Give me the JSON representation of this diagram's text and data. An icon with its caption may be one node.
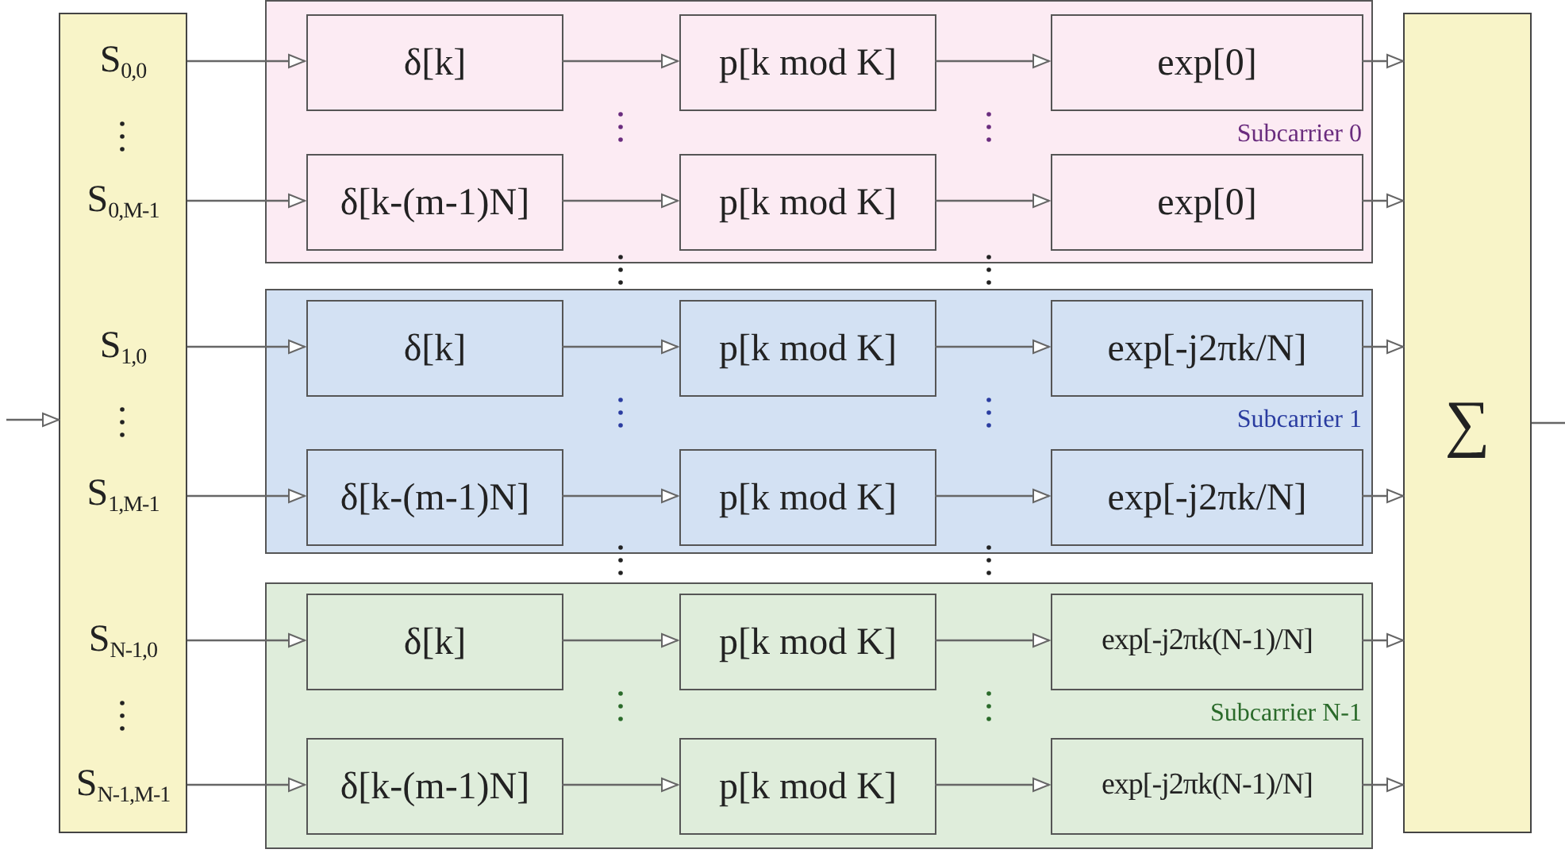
{
  "diagram": {
    "nodes": [
      {
        "text": [
          "S$_{0,0}$",
          "S$_{0,M-1}$",
          "S$_{1,0}$",
          "S$_{1,M-1}$",
          "S$_{N-1,0}$",
          "S$_{N-1,M-1}$"
        ]
      },
      {
        "text": [
          "Subcarrier 0"
        ]
      },
      {
        "text": [
          "δ[k]"
        ],
        "in": 1
      },
      {
        "text": [
          "p[k mod K]"
        ],
        "in": 1
      },
      {
        "text": [
          "exp[0]"
        ],
        "in": 1
      },
      {
        "text": [
          "δ[k-(m-1)N]"
        ],
        "in": 1
      },
      {
        "text": [
          "p[k mod K]"
        ],
        "in": 1
      },
      {
        "text": [
          "exp[0]"
        ],
        "in": 1
      },
      {
        "text": [
          "Subcarrier 1"
        ]
      },
      {
        "text": [
          "δ[k]"
        ],
        "in": 8
      },
      {
        "text": [
          "p[k mod K]"
        ],
        "in": 8
      },
      {
        "text": [
          "exp[-j2πk/N]"
        ],
        "in": 8
      },
      {
        "text": [
          "δ[k-(m-1)N]"
        ],
        "in": 8
      },
      {
        "text": [
          "p[k mod K]"
        ],
        "in": 8
      },
      {
        "text": [
          "exp[-j2πk/N]"
        ],
        "in": 8
      },
      {
        "text": [
          "Subcarrier N-1"
        ]
      },
      {
        "text": [
          "δ[k]"
        ],
        "in": 15
      },
      {
        "text": [
          "p[k mod K]"
        ],
        "in": 15
      },
      {
        "text": [
          "exp[-j2πk(N-1)/N]"
        ],
        "in": 15
      },
      {
        "text": [
          "δ[k-(m-1)N]"
        ],
        "in": 15
      },
      {
        "text": [
          "p[k mod K]"
        ],
        "in": 15
      },
      {
        "text": [
          "exp[-j2πk(N-1)/N]"
        ],
        "in": 15
      },
      {
        "text": [
          "∑"
        ]
      }
    ],
    "edges": [
      {
        "from": null,
        "to": 0,
        "arrow": "to"
      },
      {
        "from": 0,
        "to": 2,
        "arrow": "to"
      },
      {
        "from": 2,
        "to": 3,
        "arrow": "to"
      },
      {
        "from": 3,
        "to": 4,
        "arrow": "to"
      },
      {
        "from": 4,
        "to": 22,
        "arrow": "to"
      },
      {
        "from": 0,
        "to": 5,
        "arrow": "to"
      },
      {
        "from": 5,
        "to": 6,
        "arrow": "to"
      },
      {
        "from": 6,
        "to": 7,
        "arrow": "to"
      },
      {
        "from": 7,
        "to": 22,
        "arrow": "to"
      },
      {
        "from": 0,
        "to": 9,
        "arrow": "to"
      },
      {
        "from": 9,
        "to": 10,
        "arrow": "to"
      },
      {
        "from": 10,
        "to": 11,
        "arrow": "to"
      },
      {
        "from": 11,
        "to": 22,
        "arrow": "to"
      },
      {
        "from": 0,
        "to": 12,
        "arrow": "to"
      },
      {
        "from": 12,
        "to": 13,
        "arrow": "to"
      },
      {
        "from": 13,
        "to": 14,
        "arrow": "to"
      },
      {
        "from": 14,
        "to": 22,
        "arrow": "to"
      },
      {
        "from": 0,
        "to": 16,
        "arrow": "to"
      },
      {
        "from": 16,
        "to": 17,
        "arrow": "to"
      },
      {
        "from": 17,
        "to": 18,
        "arrow": "to"
      },
      {
        "from": 18,
        "to": 22,
        "arrow": "to"
      },
      {
        "from": 0,
        "to": 19,
        "arrow": "to"
      },
      {
        "from": 19,
        "to": 20,
        "arrow": "to"
      },
      {
        "from": 20,
        "to": 21,
        "arrow": "to"
      },
      {
        "from": 21,
        "to": 22,
        "arrow": "to"
      },
      {
        "from": 22,
        "to": null,
        "arrow": "none"
      }
    ]
  }
}
